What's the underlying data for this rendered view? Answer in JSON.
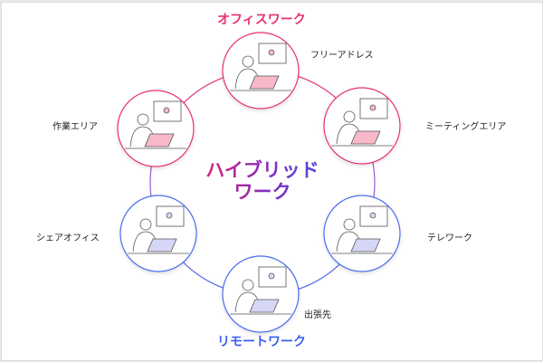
{
  "title": {
    "line1": "ハイブリッド",
    "line2": "ワーク"
  },
  "categories": {
    "office": "オフィスワーク",
    "remote": "リモートワーク"
  },
  "nodes": [
    {
      "label": "フリーアドレス",
      "group": "office"
    },
    {
      "label": "ミーティングエリア",
      "group": "office"
    },
    {
      "label": "テレワーク",
      "group": "remote"
    },
    {
      "label": "出張先",
      "group": "remote"
    },
    {
      "label": "シェアオフィス",
      "group": "remote"
    },
    {
      "label": "作業エリア",
      "group": "office"
    }
  ],
  "colors": {
    "office": "#e8306e",
    "remote": "#4a6cf0",
    "office_fill": "#f7b8c8",
    "remote_fill": "#d6d6f7"
  }
}
